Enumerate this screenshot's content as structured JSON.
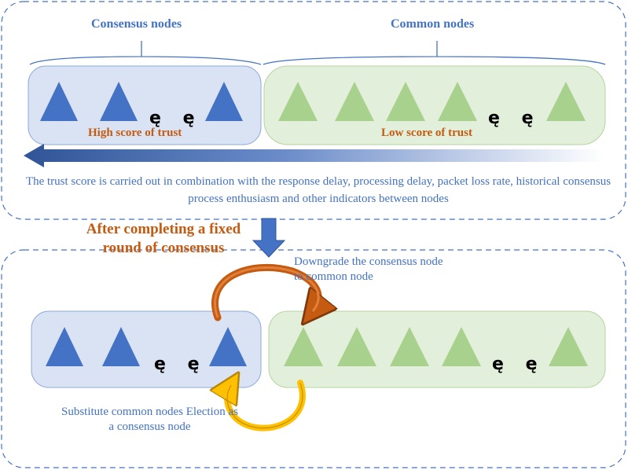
{
  "top_panel": {
    "consensus_header": "Consensus nodes",
    "common_header": "Common nodes",
    "high_trust_label": "High score of trust",
    "low_trust_label": "Low score of trust",
    "ellipsis_consensus": "ę ę",
    "ellipsis_common": "ę ę",
    "description": "The trust score is carried out in combination with the response delay, processing delay, packet loss rate, historical consensus process enthusiasm and other indicators between nodes"
  },
  "transition": {
    "label": "After completing a fixed round of consensus"
  },
  "bottom_panel": {
    "downgrade_label": "Downgrade the consensus node to common node",
    "substitute_label": "Substitute common nodes Election as a consensus node",
    "ellipsis_consensus": "ę ę",
    "ellipsis_common": "ę ę"
  },
  "colors": {
    "consensus_triangle": "#4472c4",
    "common_triangle": "#a9d18e",
    "consensus_box": "#dae3f3",
    "common_box": "#e2efda",
    "panel_border": "#4472c4",
    "orange_arrow": "#c55a11",
    "yellow_arrow": "#ffc000",
    "gradient_arrow": "#2f5597"
  }
}
